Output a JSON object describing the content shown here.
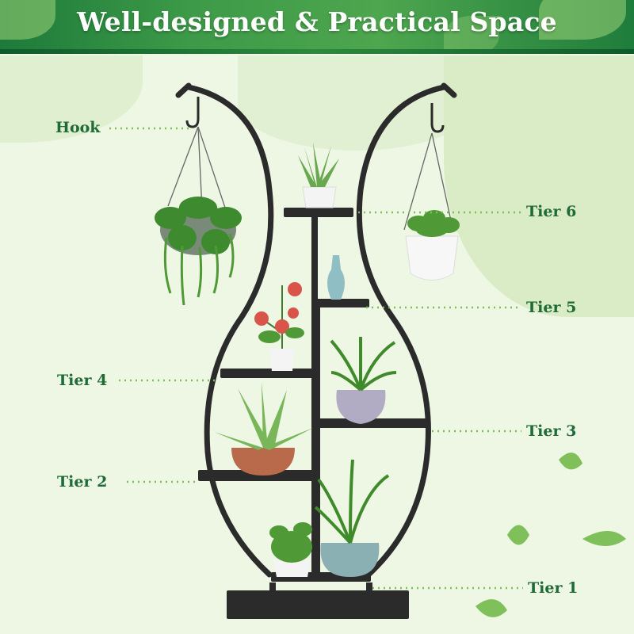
{
  "banner": {
    "title": "Well-designed & Practical Space"
  },
  "labels": {
    "hook": "Hook",
    "tier6": "Tier 6",
    "tier5": "Tier 5",
    "tier4": "Tier 4",
    "tier3": "Tier 3",
    "tier2": "Tier 2",
    "tier1": "Tier 1"
  },
  "colors": {
    "label_green": "#1f6b38",
    "banner_green": "#2e8b3e",
    "shelf_black": "#2a2a2a",
    "background": "#eef6e4"
  },
  "icons": [
    "hook-icon",
    "plant-icon",
    "pot-icon",
    "leaf-icon"
  ]
}
